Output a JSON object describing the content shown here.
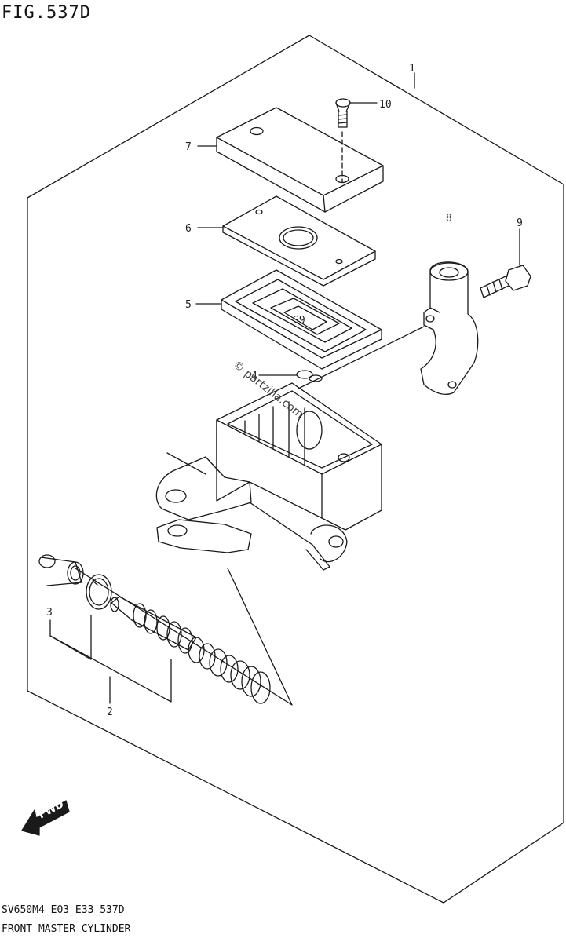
{
  "figure": {
    "title": "FIG.537D",
    "code": "SV650M4_E03_E33_537D",
    "caption": "FRONT MASTER CYLINDER"
  },
  "callouts": {
    "c1": "1",
    "c2": "2",
    "c3": "3",
    "c4": "4",
    "c5": "5",
    "c6": "6",
    "c7": "7",
    "c8": "8",
    "c9": "9",
    "c10": "10"
  },
  "watermark": "© partzilla.com",
  "fwd_label": "FWD"
}
